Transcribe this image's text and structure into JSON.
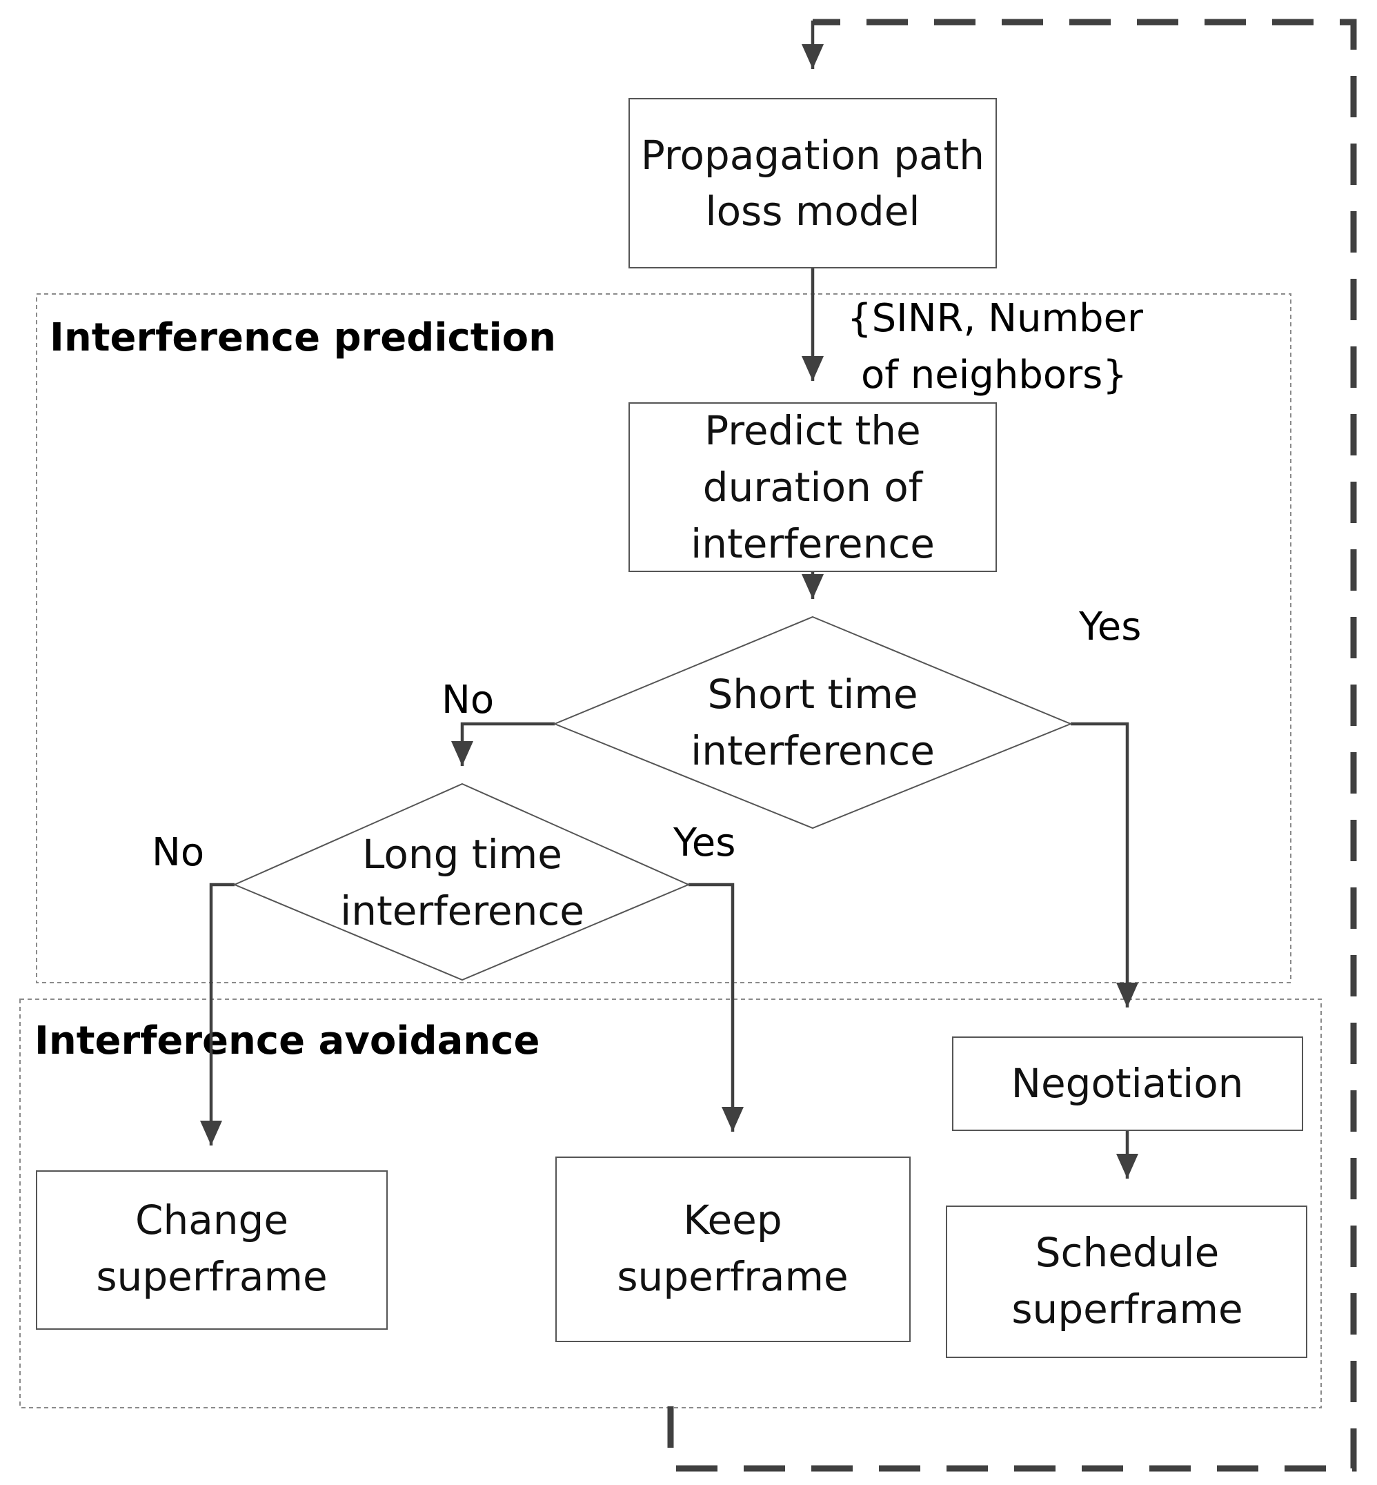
{
  "regions": {
    "prediction": {
      "title": "Interference prediction"
    },
    "avoidance": {
      "title": "Interference avoidance"
    }
  },
  "nodes": {
    "propagation_model": {
      "lines": [
        "Propagation path",
        "loss model"
      ]
    },
    "predict_duration": {
      "lines": [
        "Predict the",
        "duration of",
        "interference"
      ]
    },
    "short_time": {
      "lines": [
        "Short time",
        "interference"
      ]
    },
    "long_time": {
      "lines": [
        "Long time",
        "interference"
      ]
    },
    "change_superframe": {
      "lines": [
        "Change",
        "superframe"
      ]
    },
    "keep_superframe": {
      "lines": [
        "Keep",
        "superframe"
      ]
    },
    "negotiation": {
      "lines": [
        "Negotiation"
      ]
    },
    "schedule_superframe": {
      "lines": [
        "Schedule",
        "superframe"
      ]
    }
  },
  "edge_labels": {
    "sinr_neighbors": [
      "{SINR, Number",
      "of neighbors}"
    ],
    "short_yes": "Yes",
    "short_no": "No",
    "long_yes": "Yes",
    "long_no": "No"
  },
  "colors": {
    "line": "#404040",
    "box_border": "#555555",
    "region_border": "#8a8a8a",
    "text": "#111111"
  }
}
